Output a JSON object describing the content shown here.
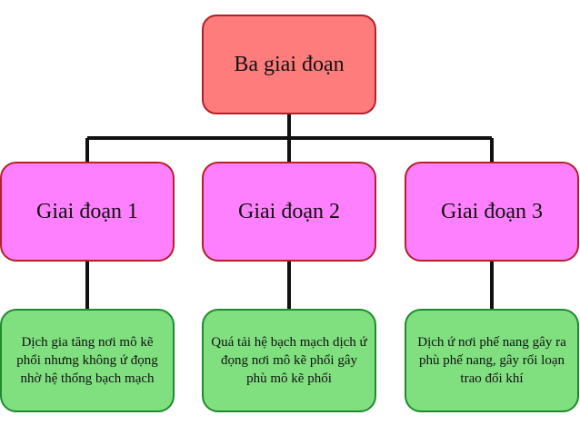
{
  "root": {
    "label": "Ba giai đoạn"
  },
  "stages": [
    {
      "label": "Giai đoạn 1",
      "desc": "Dịch gia tăng nơi mô kẽ phổi nhưng không ứ đọng nhờ hệ thống bạch mạch"
    },
    {
      "label": "Giai đoạn 2",
      "desc": "Quá tải hệ bạch mạch dịch ứ đọng nơi mô kẽ phổi gây phù mô kẽ phổi"
    },
    {
      "label": "Giai đoạn 3",
      "desc": "Dịch ứ nơi phế nang gây ra phù phế nang, gây rối loạn trao đổi khí"
    }
  ],
  "colors": {
    "root_fill": "#ff7c7c",
    "stage_fill": "#ff80ff",
    "desc_fill": "#80e080",
    "connector": "#111111"
  }
}
